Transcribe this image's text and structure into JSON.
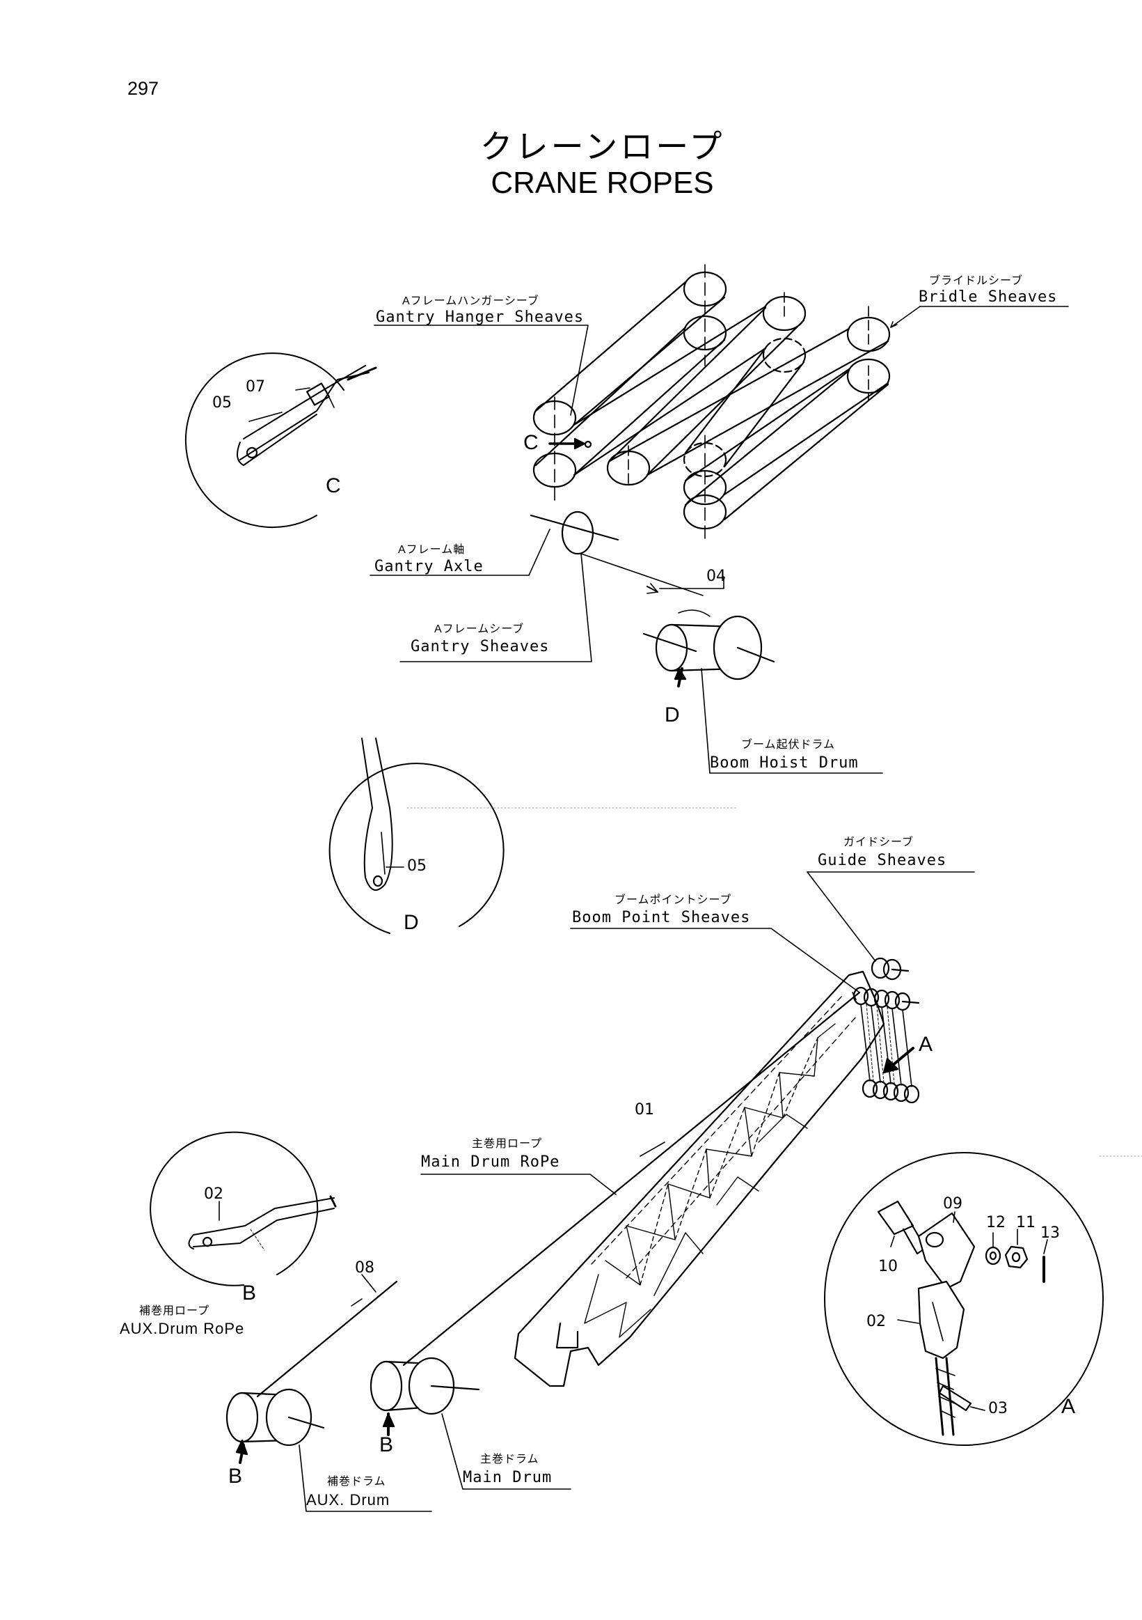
{
  "page_number": "297",
  "title": {
    "japanese": "クレーンロープ",
    "english": "CRANE ROPES"
  },
  "components": {
    "gantry_hanger_sheaves": {
      "jp": "Aフレームハンガーシーブ",
      "en": "Gantry Hanger Sheaves"
    },
    "bridle_sheaves": {
      "jp": "ブライドルシーブ",
      "en": "Bridle Sheaves"
    },
    "gantry_axle": {
      "jp": "Aフレーム軸",
      "en": "Gantry Axle"
    },
    "gantry_sheaves": {
      "jp": "Aフレームシーブ",
      "en": "Gantry Sheaves"
    },
    "boom_hoist_drum": {
      "jp": "ブーム起伏ドラム",
      "en": "Boom Hoist Drum"
    },
    "guide_sheaves": {
      "jp": "ガイドシーブ",
      "en": "Guide Sheaves"
    },
    "boom_point_sheaves": {
      "jp": "ブームポイントシーブ",
      "en": "Boom Point Sheaves"
    },
    "main_drum_rope": {
      "jp": "主巻用ロープ",
      "en": "Main Drum RoPe"
    },
    "aux_drum_rope": {
      "jp": "補巻用ロープ",
      "en": "AUX.Drum RoPe"
    },
    "main_drum": {
      "jp": "主巻ドラム",
      "en": "Main Drum"
    },
    "aux_drum": {
      "jp": "補巻ドラム",
      "en": "AUX. Drum"
    }
  },
  "part_numbers": {
    "p01": "01",
    "p02": "02",
    "p03": "03",
    "p04": "04",
    "p05": "05",
    "p07": "07",
    "p08": "08",
    "p09": "09",
    "p10": "10",
    "p11": "11",
    "p12": "12",
    "p13": "13"
  },
  "detail_views": {
    "A": "A",
    "B": "B",
    "C": "C",
    "D": "D"
  }
}
